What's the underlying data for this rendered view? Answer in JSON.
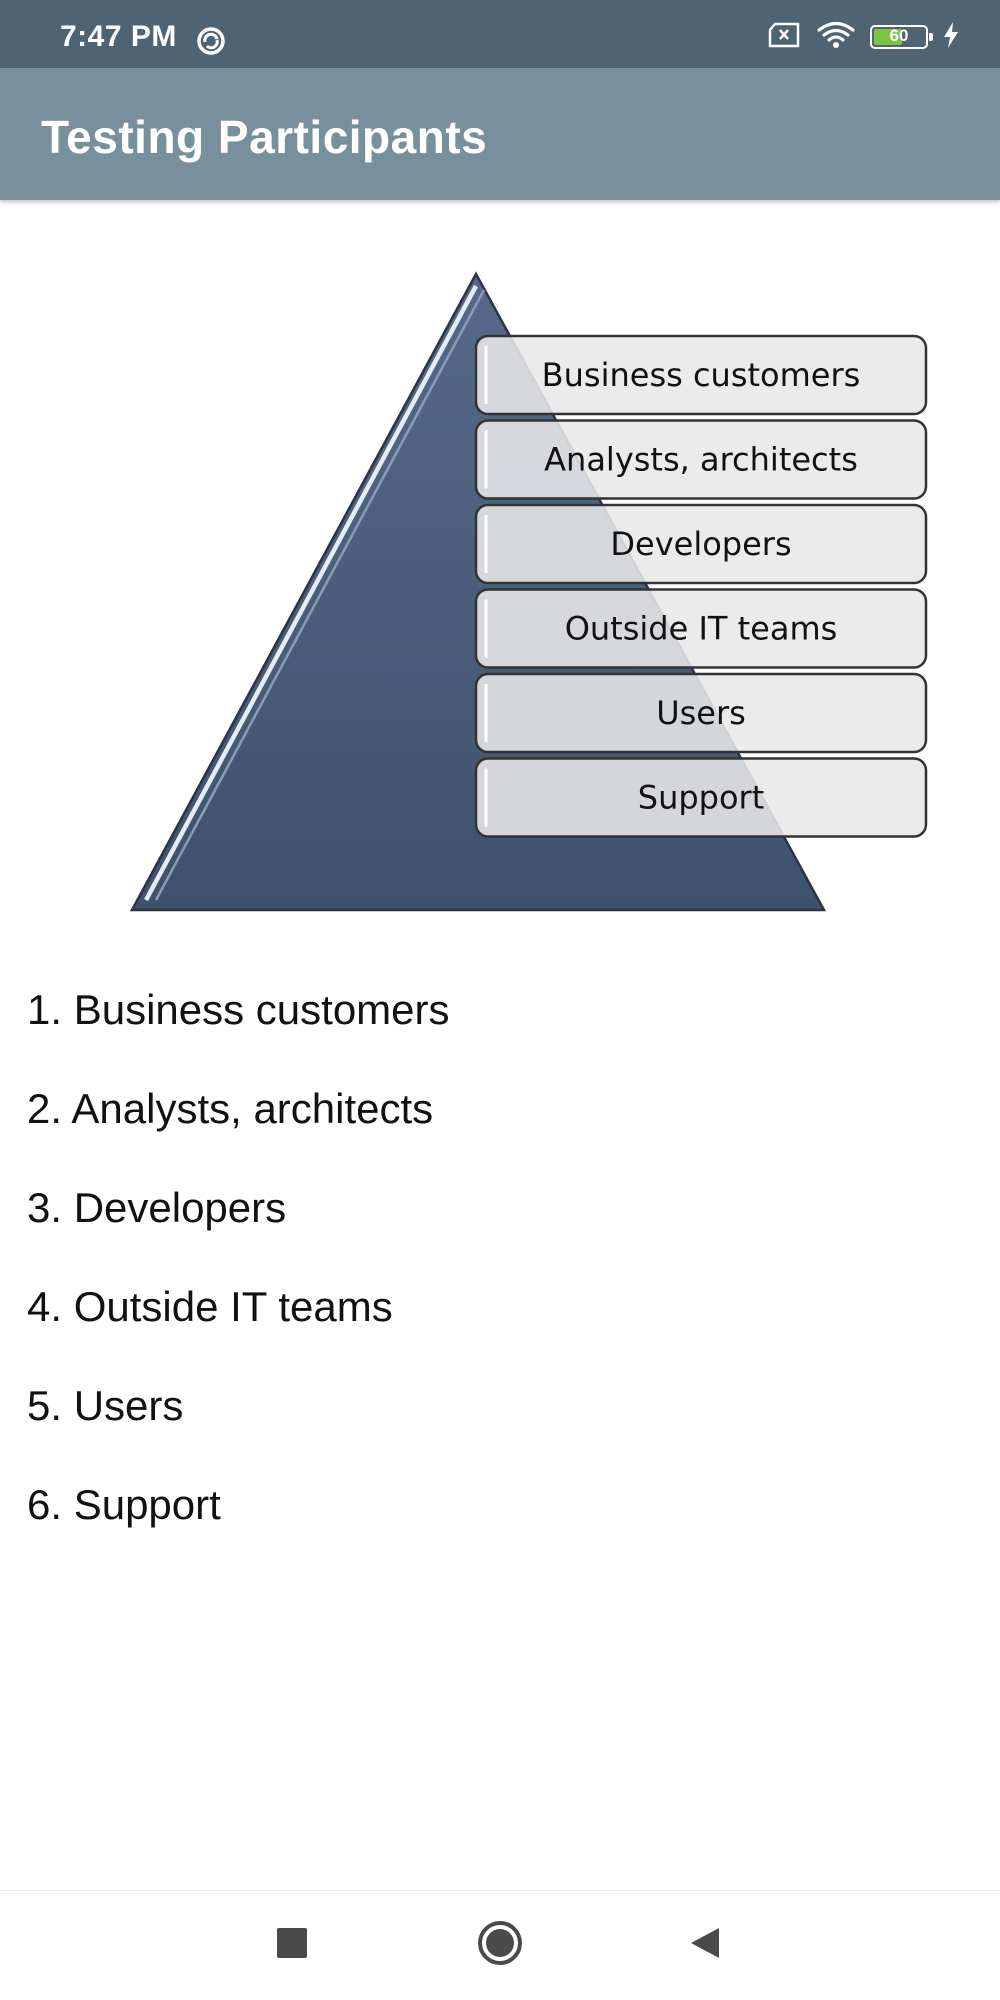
{
  "status_bar": {
    "time": "7:47 PM",
    "battery_level": "60",
    "battery_fraction": 0.6,
    "icons": [
      "sync-icon",
      "no-sim-icon",
      "wifi-icon",
      "battery-icon",
      "charging-icon"
    ]
  },
  "app_bar": {
    "title": "Testing Participants"
  },
  "pyramid": {
    "levels": [
      "Business customers",
      "Analysts, architects",
      "Developers",
      "Outside IT teams",
      "Users",
      "Support"
    ],
    "color": "#475a73"
  },
  "list": {
    "items": [
      "1. Business customers",
      "2. Analysts, architects",
      "3. Developers",
      "4. Outside IT teams",
      "5. Users",
      "6. Support"
    ]
  },
  "nav_bar": {
    "buttons": [
      "recents-icon",
      "home-icon",
      "back-icon"
    ]
  },
  "colors": {
    "status_bar": "#4e6472",
    "app_bar": "#78909c",
    "pyramid": "#475a73"
  }
}
